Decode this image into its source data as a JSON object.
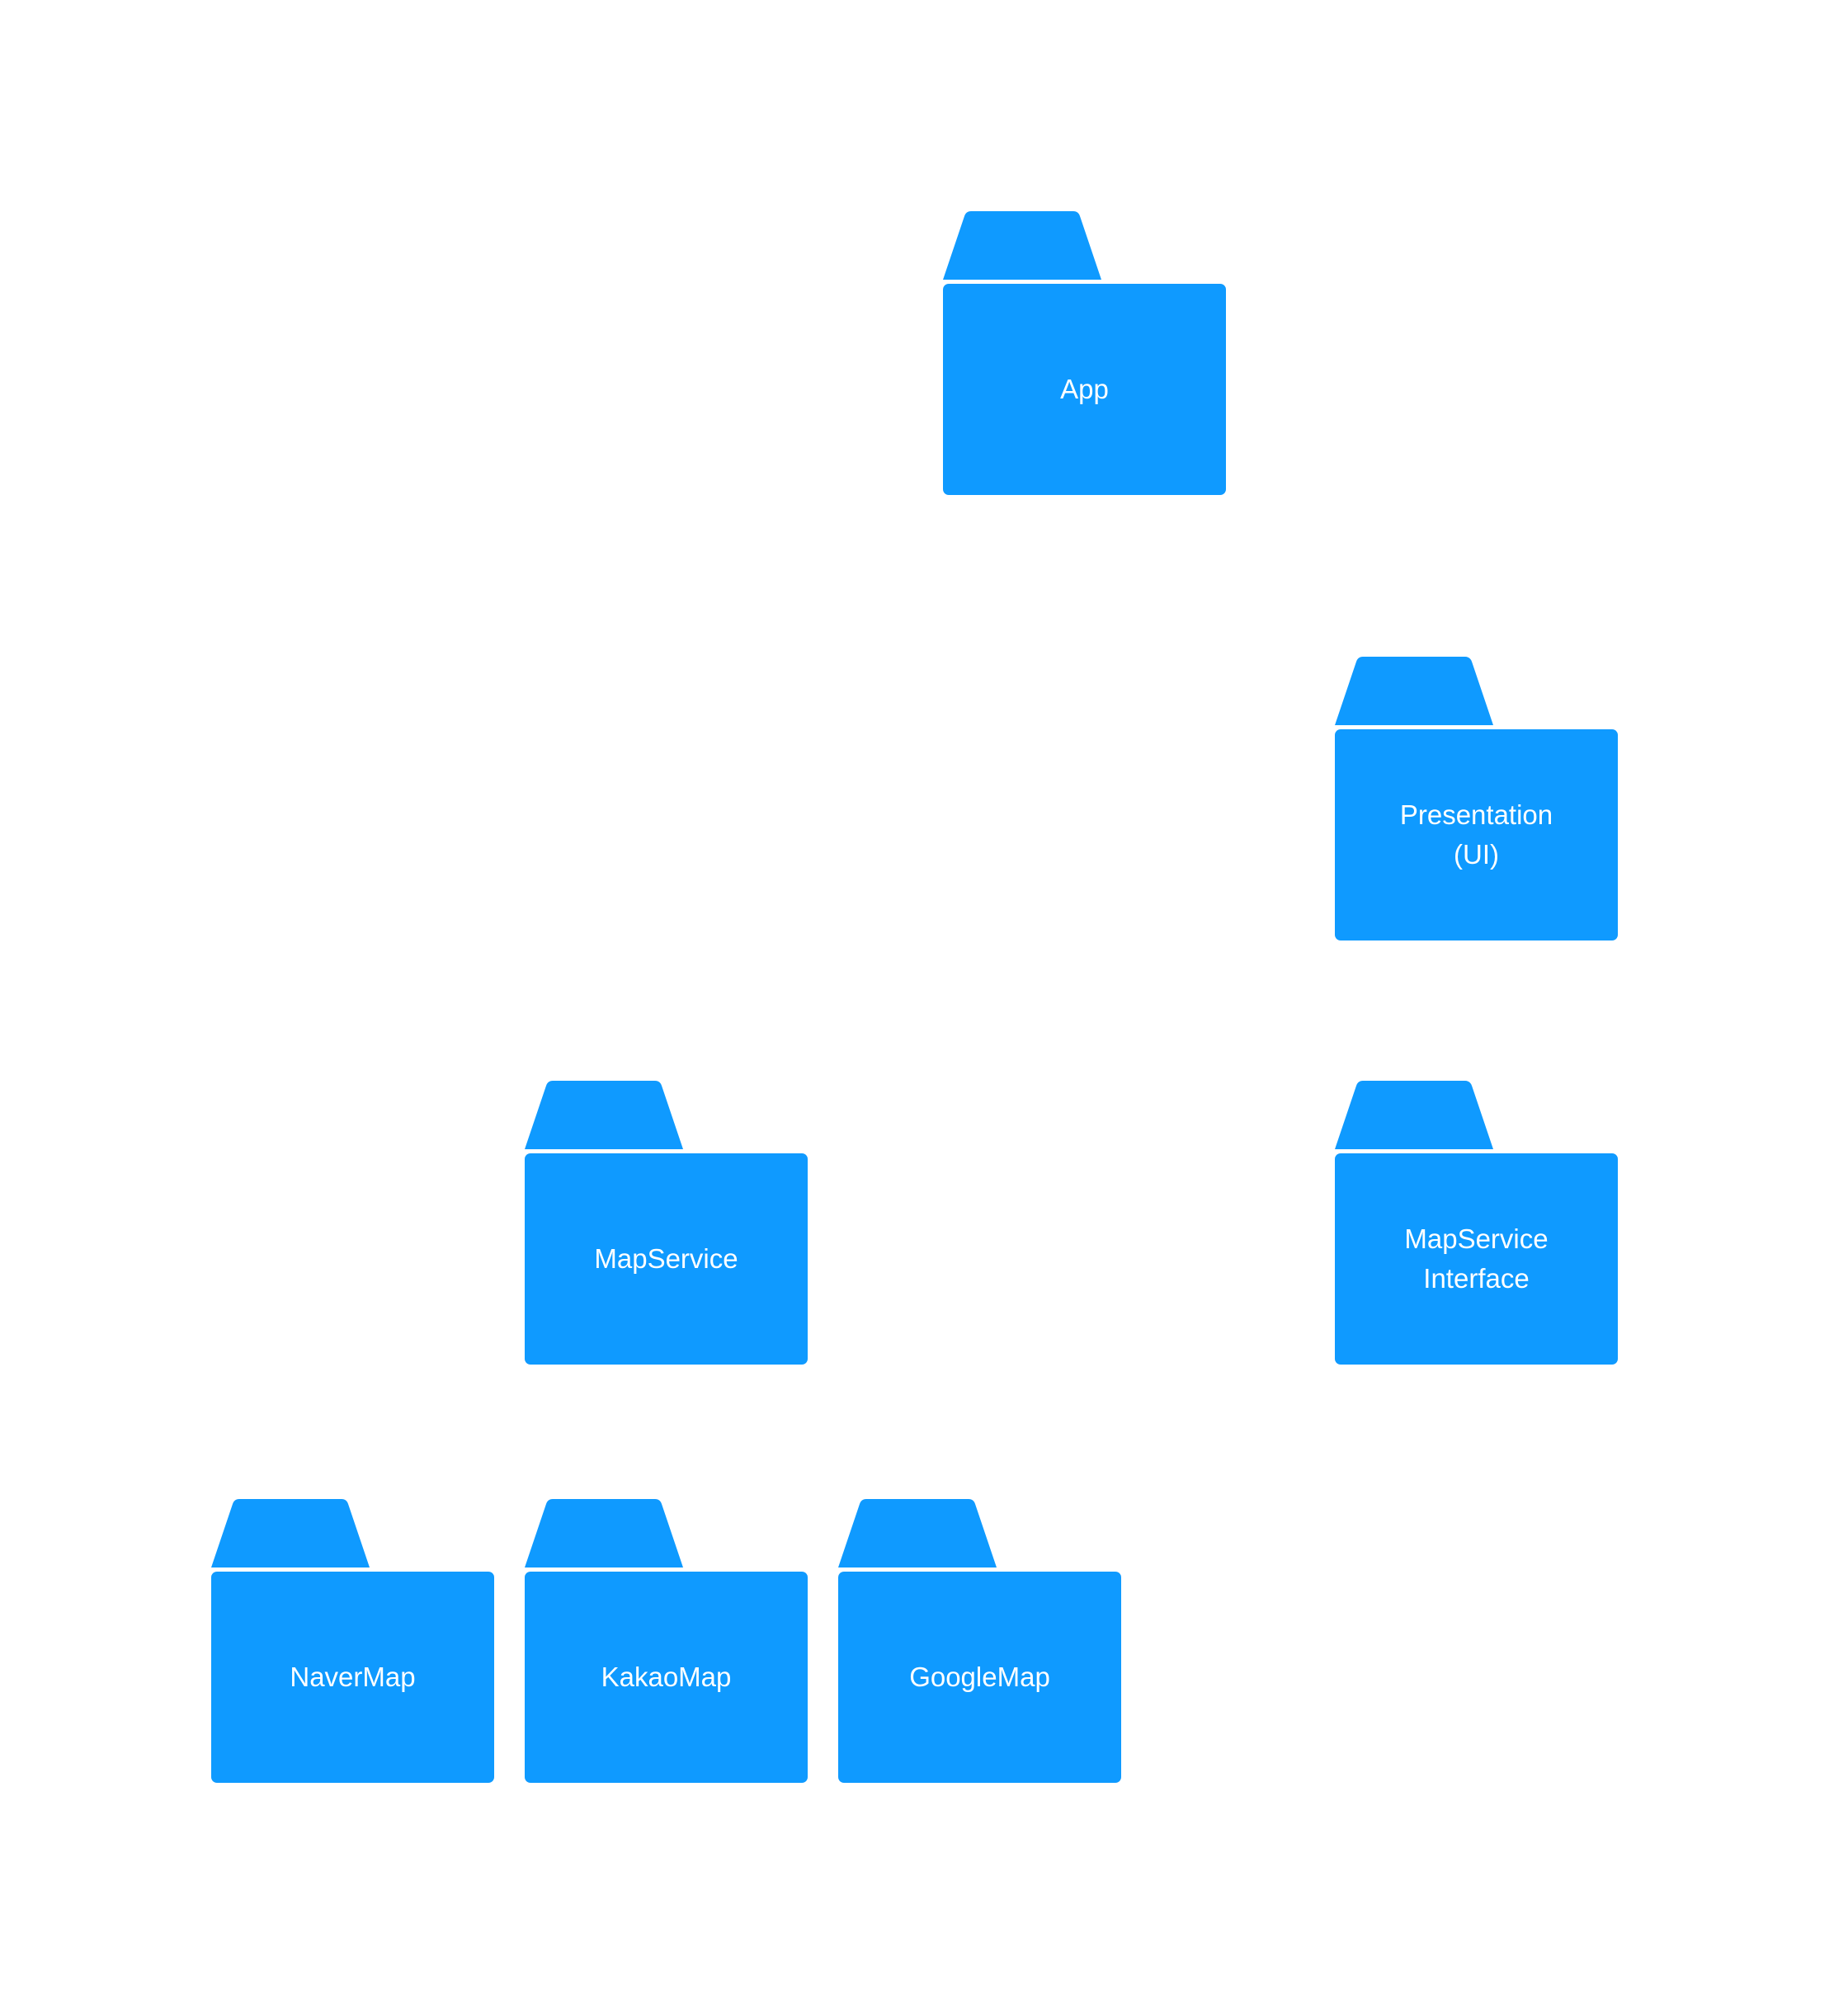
{
  "colors": {
    "background": "#ffffff",
    "folder": "#0f9aff",
    "label": "#ffffff"
  },
  "folders": [
    {
      "icon": "folder-icon",
      "label": "App"
    },
    {
      "icon": "folder-icon",
      "label": "Presentation\n(UI)"
    },
    {
      "icon": "folder-icon",
      "label": "MapService"
    },
    {
      "icon": "folder-icon",
      "label": "MapService\nInterface"
    },
    {
      "icon": "folder-icon",
      "label": "NaverMap"
    },
    {
      "icon": "folder-icon",
      "label": "KakaoMap"
    },
    {
      "icon": "folder-icon",
      "label": "GoogleMap"
    }
  ]
}
